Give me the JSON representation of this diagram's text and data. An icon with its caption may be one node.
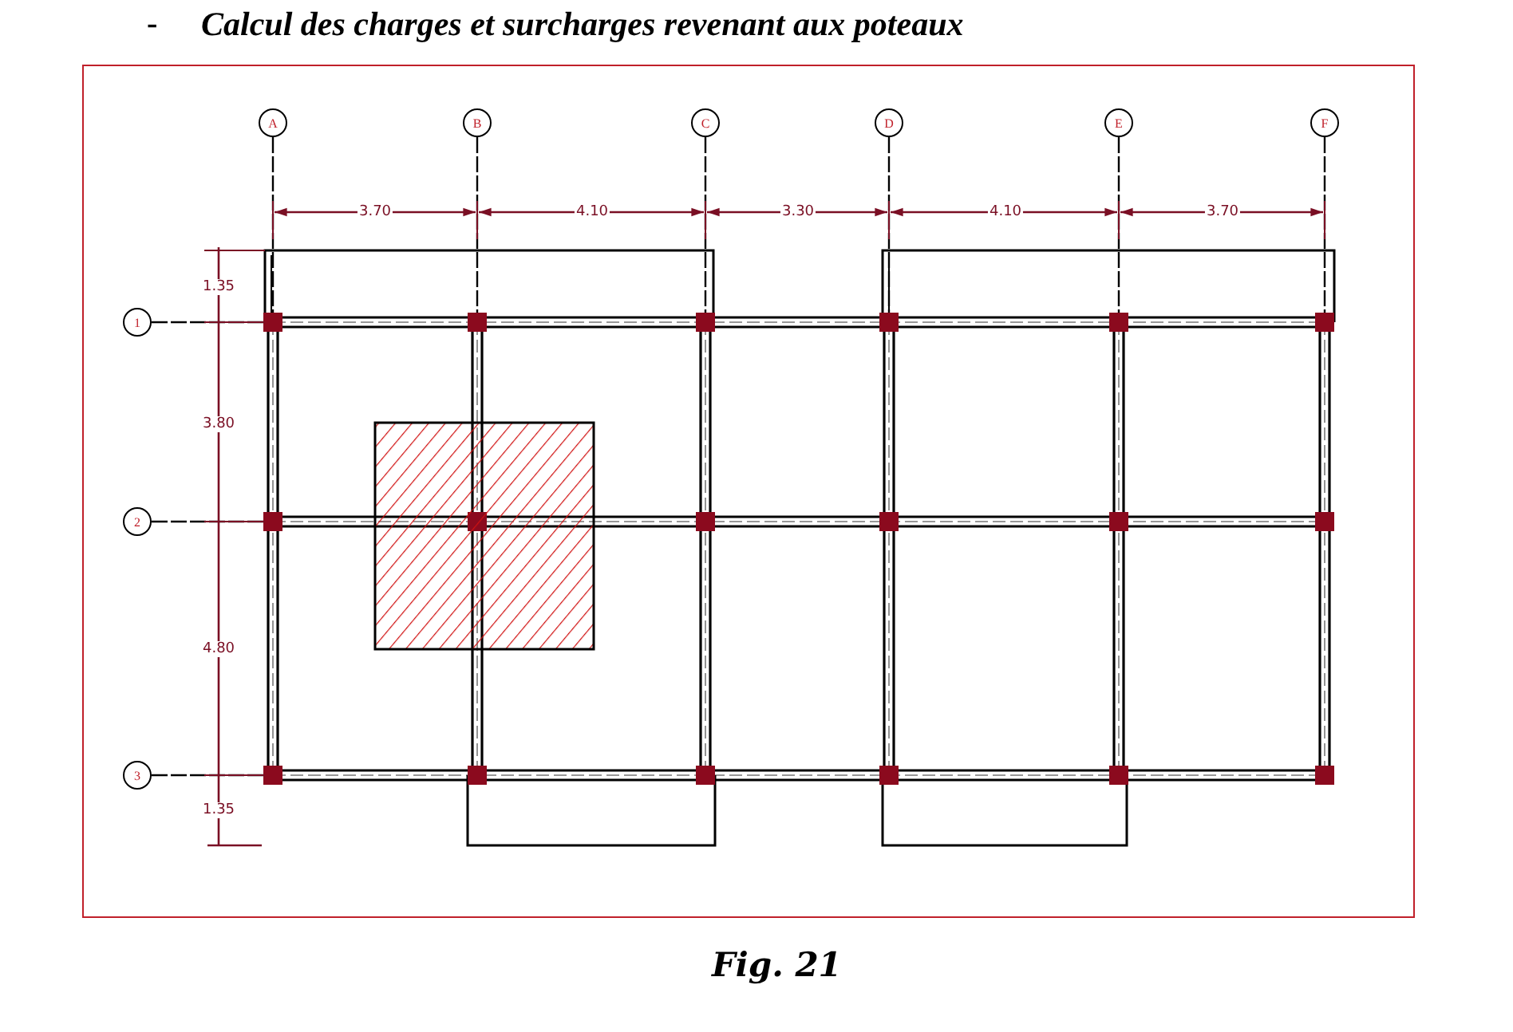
{
  "diagram": {
    "title": "Calcul des charges et surcharges revenant aux poteaux",
    "caption": "Fig. 21",
    "nodes": [
      {
        "text": [
          "A"
        ]
      },
      {
        "text": [
          "B"
        ]
      },
      {
        "text": [
          "C"
        ]
      },
      {
        "text": [
          "D"
        ]
      },
      {
        "text": [
          "E"
        ]
      },
      {
        "text": [
          "F"
        ]
      },
      {
        "text": [
          "1"
        ]
      },
      {
        "text": [
          "2"
        ]
      },
      {
        "text": [
          "3"
        ]
      }
    ],
    "edges": [],
    "labels": [
      "-",
      "3.70",
      "4.10",
      "3.30",
      "4.10",
      "3.70",
      "1.35",
      "3.80",
      "4.80",
      "1.35"
    ]
  }
}
